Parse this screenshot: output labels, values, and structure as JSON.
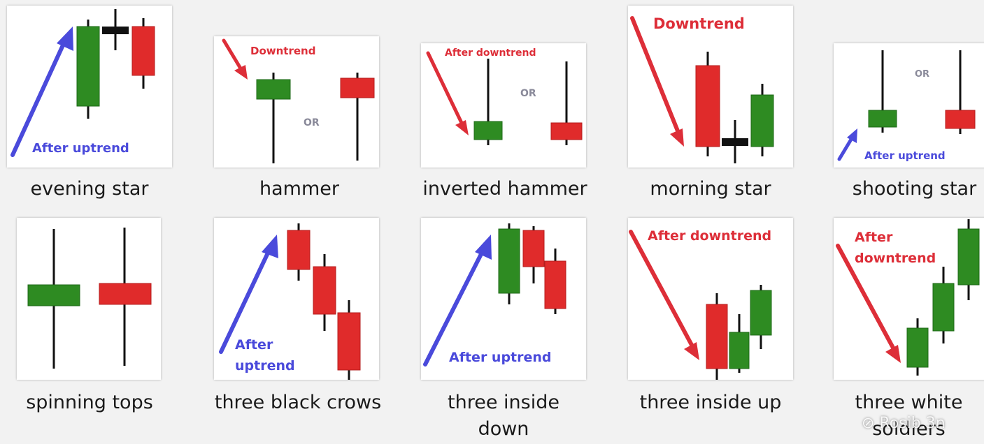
{
  "colors": {
    "bullish": "#2e8b22",
    "bearish": "#e02b2b",
    "wick": "#111111",
    "arrow_up": "#4a4adb",
    "arrow_down": "#dd2e38",
    "or_text": "#8a8a9a",
    "panel_bg": "#ffffff",
    "page_bg": "#f2f2f2"
  },
  "patterns": [
    {
      "caption": "evening star",
      "annotation": "After uptrend"
    },
    {
      "caption": "hammer",
      "annotation": "Downtrend",
      "or_label": "OR"
    },
    {
      "caption": "inverted hammer",
      "annotation": "After downtrend",
      "or_label": "OR"
    },
    {
      "caption": "morning star",
      "annotation": "Downtrend"
    },
    {
      "caption": "shooting star",
      "annotation": "After uptrend",
      "or_label": "OR"
    },
    {
      "caption": "spinning tops"
    },
    {
      "caption": "three black crows",
      "annotation_lines": [
        "After",
        "uptrend"
      ]
    },
    {
      "caption_lines": [
        "three inside",
        "down"
      ],
      "annotation": "After uptrend"
    },
    {
      "caption": "three inside up",
      "annotation": "After downtrend"
    },
    {
      "caption_lines": [
        "three white",
        "soldiers"
      ],
      "annotation_lines": [
        "After",
        "downtrend"
      ]
    }
  ],
  "watermark": "⊘ Rosib.3n"
}
